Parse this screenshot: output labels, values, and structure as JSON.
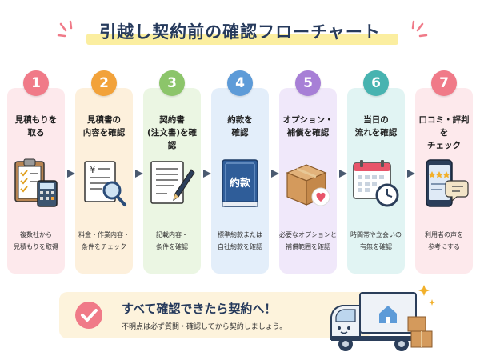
{
  "title": "引越し契約前の確認フローチャート",
  "colors": {
    "title": "#263a5c",
    "highlight": "#fbeea0",
    "arrow": "#4a5a70",
    "accent_pink": "#f07a88"
  },
  "steps": [
    {
      "number": "1",
      "title": [
        "見積もりを",
        "取る"
      ],
      "icon": "clipboard-calculator-icon",
      "desc": [
        "複数社から",
        "見積もりを取得"
      ],
      "color": "#f07a88",
      "bg": "#fde9ec"
    },
    {
      "number": "2",
      "title": [
        "見積書の",
        "内容を確認"
      ],
      "icon": "estimate-magnifier-icon",
      "desc": [
        "料金・作業内容・",
        "条件をチェック"
      ],
      "color": "#f2a23a",
      "bg": "#fdf0dc"
    },
    {
      "number": "3",
      "title": [
        "契約書",
        "(注文書)を確認"
      ],
      "icon": "contract-pen-icon",
      "desc": [
        "記載内容・",
        "条件を確認"
      ],
      "color": "#8cc56a",
      "bg": "#ebf6e3"
    },
    {
      "number": "4",
      "title": [
        "約款を",
        "確認"
      ],
      "icon": "terms-book-icon",
      "desc": [
        "標準約款または",
        "自社約款を確認"
      ],
      "color": "#5d9bd8",
      "bg": "#e3eefa",
      "book_label": "約款"
    },
    {
      "number": "5",
      "title": [
        "オプション・",
        "補償を確認"
      ],
      "icon": "box-heart-icon",
      "desc": [
        "必要なオプションと",
        "補償範囲を確認"
      ],
      "color": "#a77fd6",
      "bg": "#f0e8fa"
    },
    {
      "number": "6",
      "title": [
        "当日の",
        "流れを確認"
      ],
      "icon": "calendar-clock-icon",
      "desc": [
        "時間帯や立会いの",
        "有無を確認"
      ],
      "color": "#47b3b0",
      "bg": "#e1f4f3"
    },
    {
      "number": "7",
      "title": [
        "口コミ・評判を",
        "チェック"
      ],
      "icon": "smartphone-review-icon",
      "desc": [
        "利用者の声を",
        "参考にする"
      ],
      "color": "#f07a88",
      "bg": "#fde9ec"
    }
  ],
  "summary": {
    "main": "すべて確認できたら契約へ！",
    "sub": "不明点は必ず質問・確認してから契約しましょう。"
  }
}
